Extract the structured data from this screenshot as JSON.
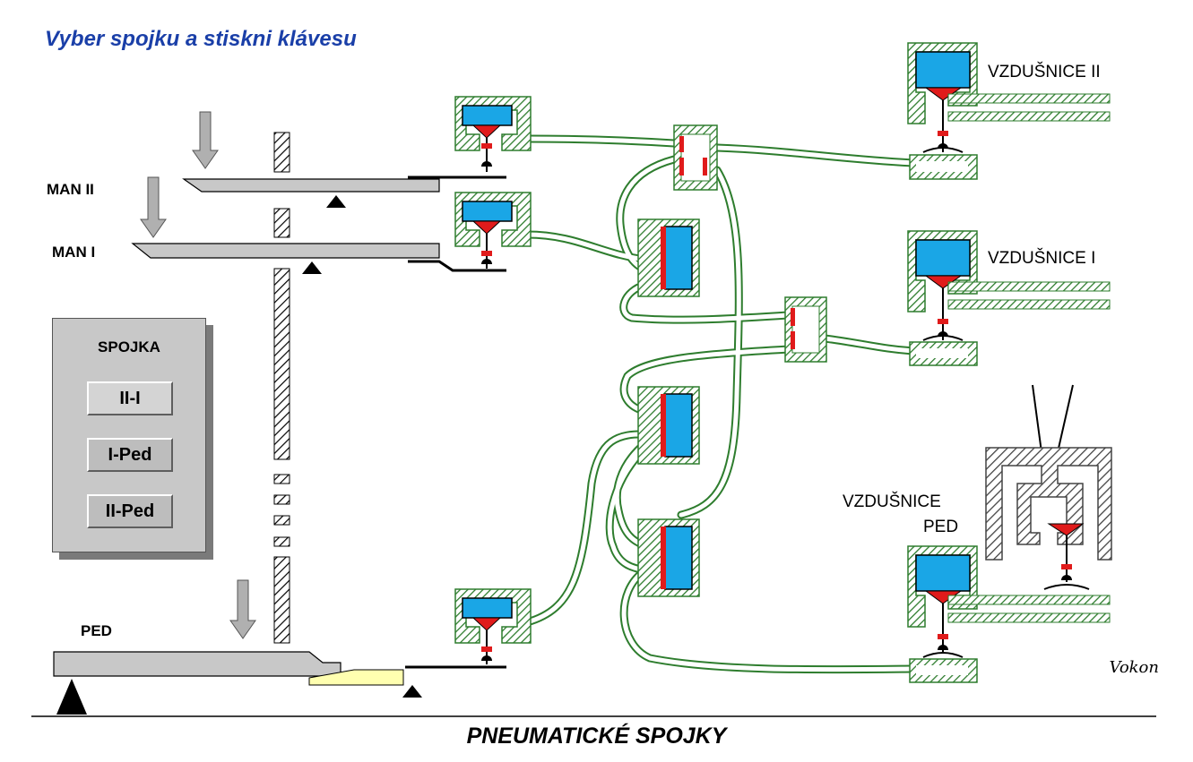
{
  "prompt": "Vyber spojku a stiskni klávesu",
  "labels": {
    "man2": "MAN II",
    "man1": "MAN I",
    "ped": "PED",
    "vzdusnice2": "VZDUŠNICE II",
    "vzdusnice1": "VZDUŠNICE I",
    "vzdusnice_ped_line1": "VZDUŠNICE",
    "vzdusnice_ped_line2": "PED"
  },
  "panel": {
    "title": "SPOJKA",
    "buttons": [
      {
        "label": "II-I"
      },
      {
        "label": "I-Ped"
      },
      {
        "label": "II-Ped"
      }
    ]
  },
  "title": "PNEUMATICKÉ SPOJKY",
  "signature": "Vokon",
  "colors": {
    "pipe_green": "#2e7d2e",
    "chamber_blue": "#1aa6e6",
    "valve_red": "#e01b1b",
    "key_gray": "#c8c8c8",
    "pedal_lever_yellow": "#ffffb0",
    "prompt_blue": "#1a3fa8"
  }
}
